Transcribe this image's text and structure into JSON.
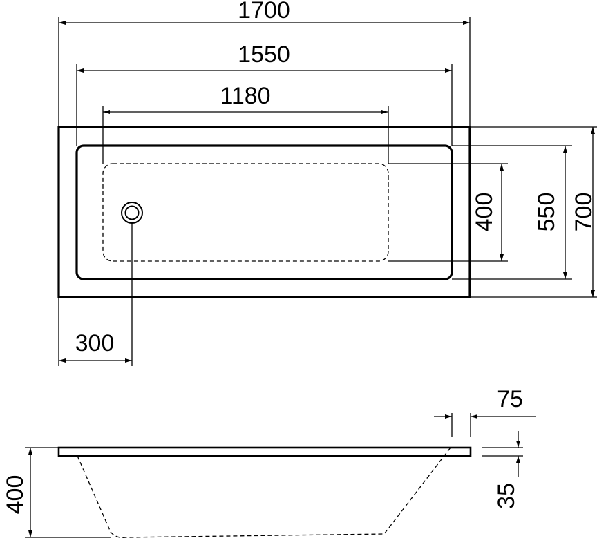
{
  "top_view": {
    "dims": {
      "overall_length": "1700",
      "inner_length": "1550",
      "base_length": "1180",
      "base_width": "400",
      "inner_width": "550",
      "overall_width": "700",
      "drain_offset": "300"
    }
  },
  "side_view": {
    "dims": {
      "rim_width": "75",
      "height": "400",
      "rim_thickness": "35"
    }
  }
}
